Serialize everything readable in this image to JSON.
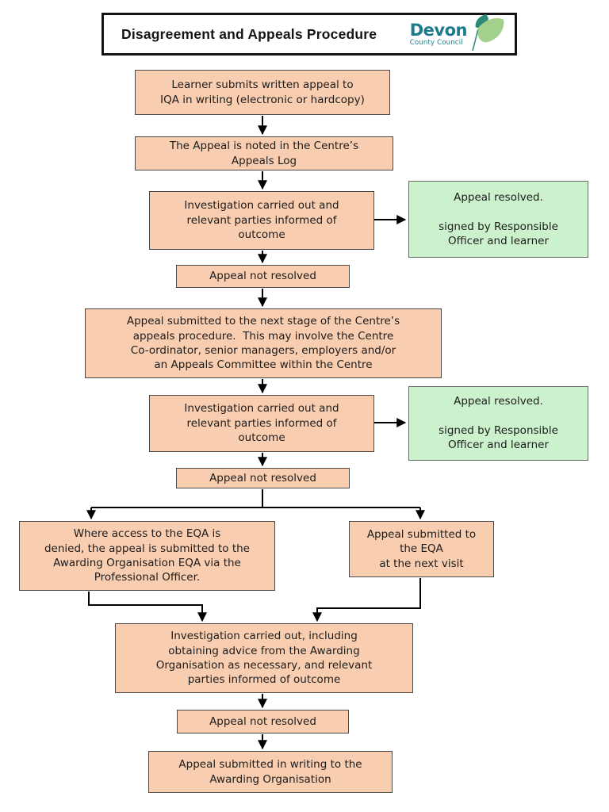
{
  "header": {
    "title": "Disagreement and Appeals Procedure",
    "logo": {
      "name": "Devon",
      "subtitle": "County Council"
    }
  },
  "colors": {
    "process_fill": "#f9cdb0",
    "process_border": "#4a4a4a",
    "resolved_fill": "#ccf2cd",
    "resolved_border": "#6b6b6b",
    "line": "#000000",
    "logo_teal": "#1e7b8c",
    "leaf_light": "#a3d08d",
    "leaf_dark": "#2e8a78"
  },
  "nodes": {
    "learner_appeal": {
      "text": "Learner submits written appeal to\nIQA in writing (electronic or hardcopy)"
    },
    "appeal_logged": {
      "text": "The Appeal is noted in the Centre’s\nAppeals Log"
    },
    "investigation_1": {
      "text": "Investigation carried out and\nrelevant parties informed of\noutcome"
    },
    "resolved_1": {
      "text": "Appeal resolved.\n\nsigned by Responsible\nOfficer and learner"
    },
    "not_resolved_1": {
      "text": "Appeal not resolved"
    },
    "next_stage": {
      "text": "Appeal submitted to the next stage of the Centre’s\nappeals procedure.  This may involve the Centre\nCo-ordinator, senior managers, employers and/or\nan Appeals Committee within the Centre"
    },
    "investigation_2": {
      "text": "Investigation carried out and\nrelevant parties informed of\noutcome"
    },
    "resolved_2": {
      "text": "Appeal resolved.\n\nsigned by Responsible\nOfficer and learner"
    },
    "not_resolved_2": {
      "text": "Appeal not resolved"
    },
    "eqa_denied": {
      "text": "Where access to the EQA is\ndenied, the appeal is submitted to the\nAwarding Organisation EQA via the\nProfessional Officer."
    },
    "eqa_next_visit": {
      "text": "Appeal submitted to\nthe EQA\nat the next visit"
    },
    "investigation_3": {
      "text": "Investigation carried out, including\nobtaining advice from the Awarding\nOrganisation as necessary, and relevant\nparties informed of outcome"
    },
    "not_resolved_3": {
      "text": "Appeal not resolved"
    },
    "awarding_org": {
      "text": "Appeal submitted in writing to the\nAwarding Organisation"
    }
  }
}
